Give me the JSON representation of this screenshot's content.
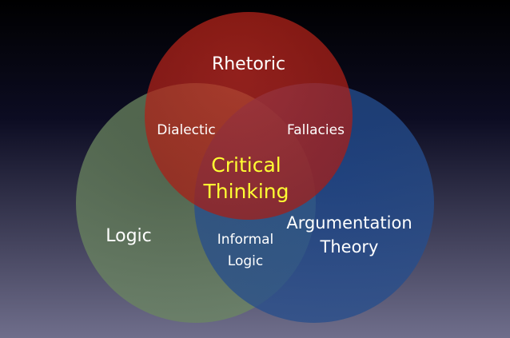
{
  "colors": {
    "background_top": "#000000",
    "background_bottom": "#6f6e8b",
    "rhetoric": "#b8231a",
    "logic": "#5c7452",
    "argumentation": "#224a8a",
    "label_white": "#ffffff",
    "label_center": "#ffff33"
  },
  "circles": {
    "rhetoric": {
      "label": "Rhetoric"
    },
    "logic": {
      "label": "Logic"
    },
    "argumentation": {
      "label_line1": "Argumentation",
      "label_line2": "Theory"
    }
  },
  "overlaps": {
    "dialectic": "Dialectic",
    "fallacies": "Fallacies",
    "informal_logic_line1": "Informal",
    "informal_logic_line2": "Logic"
  },
  "center": {
    "line1": "Critical",
    "line2": "Thinking"
  }
}
